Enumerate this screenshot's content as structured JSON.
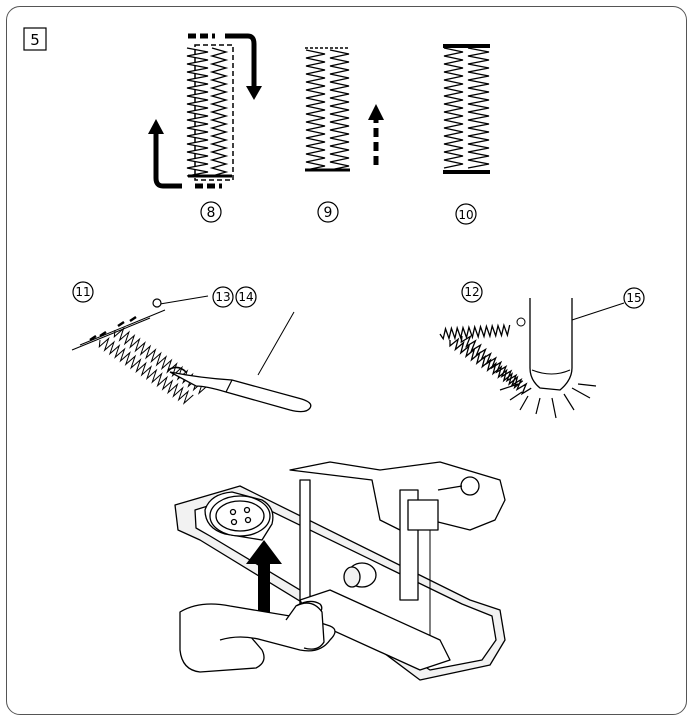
{
  "step_badge": "5",
  "callouts": {
    "c8": "8",
    "c9": "9",
    "c10": "10",
    "c11": "11",
    "c12": "12",
    "c13": "13",
    "c14": "14",
    "c15": "15"
  },
  "colors": {
    "ink": "#000000",
    "frame": "#555555",
    "metal": "#f2f2f2"
  }
}
